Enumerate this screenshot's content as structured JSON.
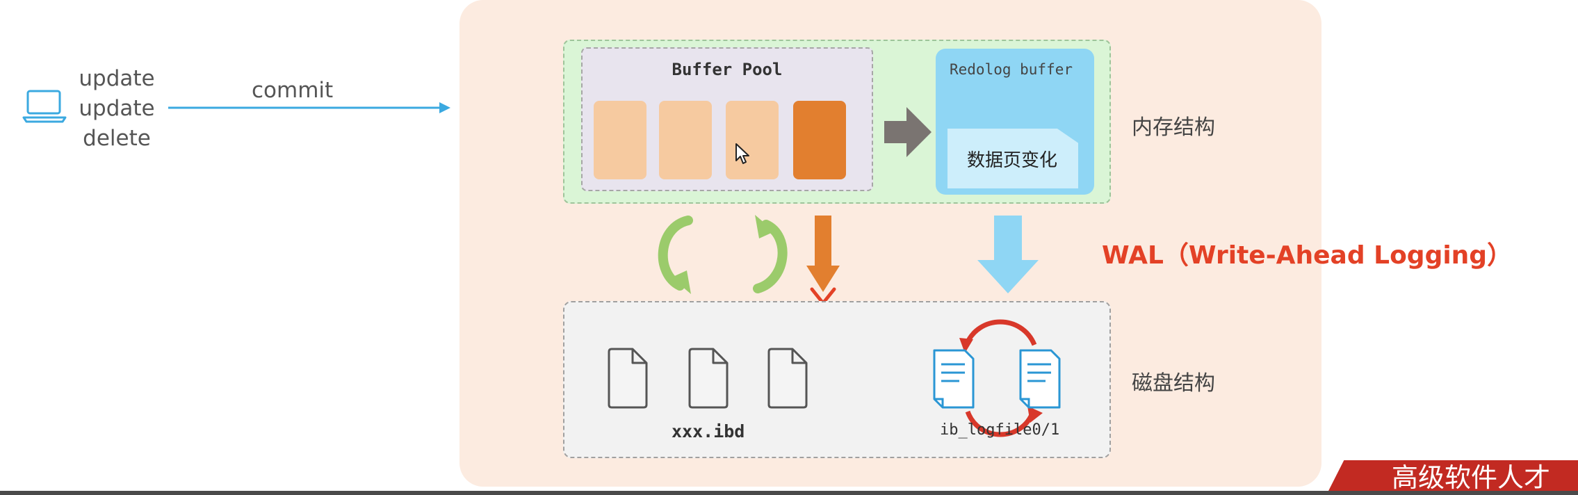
{
  "client": {
    "icon": "laptop-icon",
    "operations": [
      "update",
      "update",
      "delete"
    ],
    "commit_label": "commit"
  },
  "memory": {
    "label": "内存结构",
    "buffer_pool": {
      "title": "Buffer Pool",
      "pages": [
        {
          "state": "clean"
        },
        {
          "state": "clean"
        },
        {
          "state": "clean"
        },
        {
          "state": "dirty"
        }
      ]
    },
    "redolog_buffer": {
      "title": "Redolog buffer",
      "change_label": "数据页变化"
    }
  },
  "wal_label": "WAL（Write-Ahead Logging）",
  "disk": {
    "label": "磁盘结构",
    "data_files_label": "xxx.ibd",
    "log_files_label": "ib_logfile0/1"
  },
  "banner": {
    "text": "高级软件人才"
  },
  "colors": {
    "accent_blue": "#3ba9e0",
    "wal_red": "#e34126",
    "dirty_orange": "#e27f2f",
    "clean_page": "#f6caa0",
    "cycle_green": "#9bcb6b",
    "redo_blue": "#8fd6f4"
  }
}
